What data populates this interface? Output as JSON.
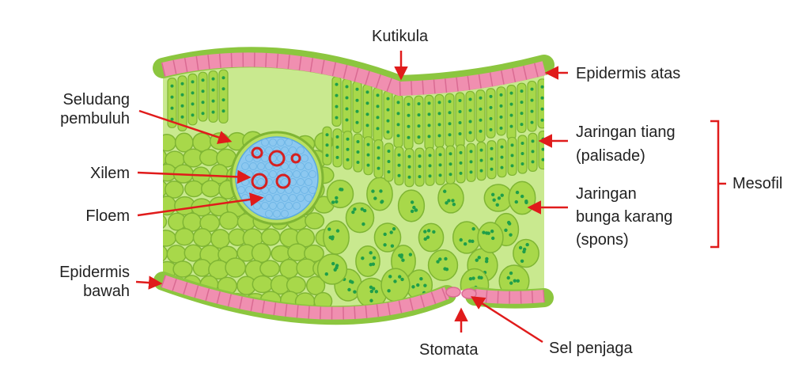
{
  "labels": {
    "kutikula": "Kutikula",
    "epidermis_atas": "Epidermis atas",
    "seludang_1": "Seludang",
    "seludang_2": "pembuluh",
    "xilem": "Xilem",
    "floem": "Floem",
    "epidermis_bawah_1": "Epidermis",
    "epidermis_bawah_2": "bawah",
    "jaringan_tiang_1": "Jaringan tiang",
    "jaringan_tiang_2": "(palisade)",
    "jaringan_bunga_1": "Jaringan",
    "jaringan_bunga_2": "bunga karang",
    "jaringan_bunga_3": "(spons)",
    "mesofil": "Mesofil",
    "stomata": "Stomata",
    "sel_penjaga": "Sel penjaga"
  },
  "colors": {
    "cuticle": "#8cc63f",
    "epidermis": "#f08fb0",
    "cell": "#a8d84a",
    "cell_stroke": "#7fb534",
    "chloroplast": "#1f9e4a",
    "vessel": "#8cc8f0",
    "xylem_ring": "#d62020",
    "arrow": "#e01b1b",
    "text": "#222222"
  }
}
